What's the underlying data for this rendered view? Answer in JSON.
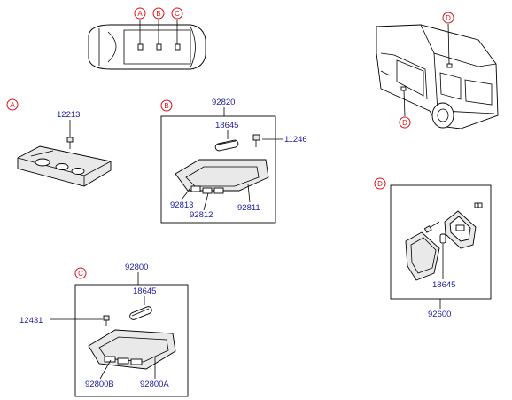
{
  "callouts": {
    "a": "A",
    "b": "B",
    "c": "C",
    "d": "D"
  },
  "part_numbers": {
    "p12213": "12213",
    "p92820": "92820",
    "p18645_b": "18645",
    "p11246": "11246",
    "p92813": "92813",
    "p92812": "92812",
    "p92811": "92811",
    "p92800": "92800",
    "p18645_c": "18645",
    "p12431": "12431",
    "p92800b": "92800B",
    "p92800a": "92800A",
    "p18645_d": "18645",
    "p92600": "92600"
  },
  "colors": {
    "part_number_text": "#1a1aa8",
    "callout_red": "#e0101a",
    "line_art": "#000000"
  }
}
